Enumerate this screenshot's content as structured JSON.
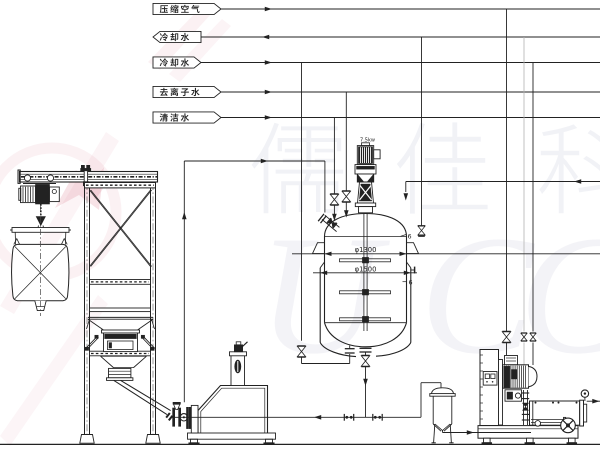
{
  "diagram": {
    "type": "process-flow-diagram",
    "background": "#ffffff",
    "line_color": "#1a1a1a"
  },
  "flow_labels": [
    {
      "text": "压缩空气",
      "flow": "right"
    },
    {
      "text": "冷却水",
      "flow": "left"
    },
    {
      "text": "冷却水",
      "flow": "right"
    },
    {
      "text": "去离子水",
      "flow": "right"
    },
    {
      "text": "清洁水",
      "flow": "right"
    }
  ],
  "annotations": {
    "motor_power": "7.5kw",
    "dim_upper": "φ1300",
    "dim_lower": "φ1500",
    "note_head": "6",
    "note_jacket": "6"
  },
  "watermark": {
    "cjk_text": "儒佳科",
    "latin_text": "UCC",
    "accent_color": "#cb3e5c",
    "tint_color": "#626496"
  }
}
